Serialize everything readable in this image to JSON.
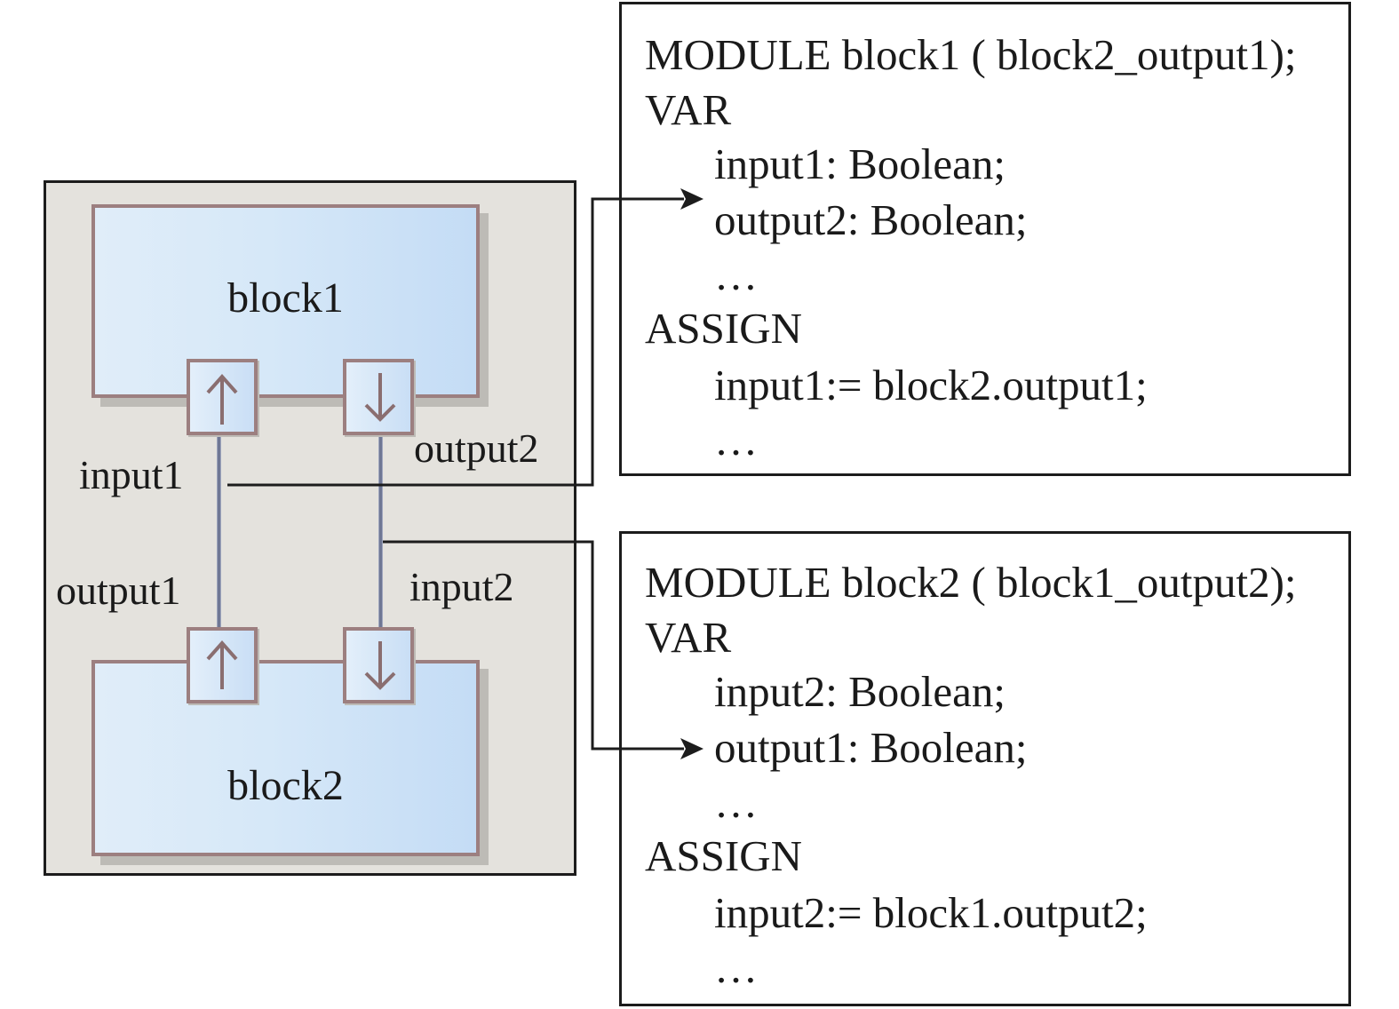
{
  "diagram": {
    "blocks": [
      {
        "id": "block1",
        "label": "block1"
      },
      {
        "id": "block2",
        "label": "block2"
      }
    ],
    "ports": {
      "block1_input1": {
        "direction": "up",
        "icon": "arrow-up-icon"
      },
      "block1_output2": {
        "direction": "down",
        "icon": "arrow-down-icon"
      },
      "block2_output1": {
        "direction": "up",
        "icon": "arrow-up-icon"
      },
      "block2_input2": {
        "direction": "down",
        "icon": "arrow-down-icon"
      }
    },
    "signal_labels": {
      "input1": "input1",
      "output2": "output2",
      "output1": "output1",
      "input2": "input2"
    },
    "colors": {
      "panel_bg": "#e4e2dd",
      "block_fill": "#d6e8f8",
      "block_border": "#9c7f80",
      "wire": "#6f7794",
      "line": "#1c1c1c"
    }
  },
  "code_modules": [
    {
      "header": "MODULE block1 ( block2_output1);",
      "var_keyword": "VAR",
      "vars": [
        "input1: Boolean;",
        "output2: Boolean;"
      ],
      "var_ellipsis": "…",
      "assign_keyword": "ASSIGN",
      "assigns": [
        "input1:= block2.output1;"
      ],
      "assign_ellipsis": "…"
    },
    {
      "header": "MODULE block2 ( block1_output2);",
      "var_keyword": "VAR",
      "vars": [
        "input2: Boolean;",
        "output1: Boolean;"
      ],
      "var_ellipsis": "…",
      "assign_keyword": "ASSIGN",
      "assigns": [
        "input2:= block1.output2;"
      ],
      "assign_ellipsis": "…"
    }
  ]
}
